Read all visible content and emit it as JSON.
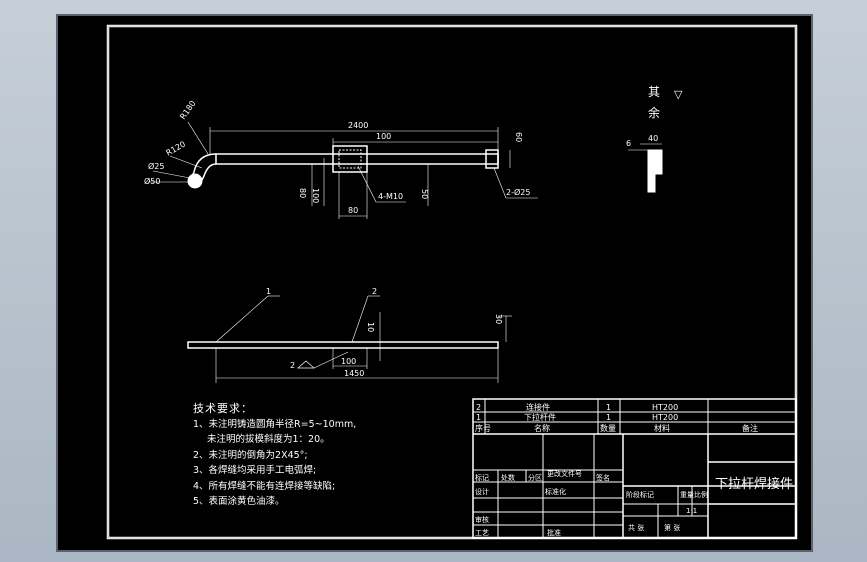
{
  "drawing": {
    "part_title": "下拉杆焊接件",
    "top_view_dims": {
      "length_total": "2400",
      "plate_width": "100",
      "end_height": "60",
      "radius_outer": "R180",
      "radius_inner": "R120",
      "dia_25_left": "Ø25",
      "dia_50": "Ø50",
      "bolt_holes": "4-M10",
      "dim_80_left": "80",
      "dim_100_left": "100",
      "dim_80_bottom": "80",
      "dim_50": "50",
      "tube_dia": "2-Ø25"
    },
    "side_view_dims": {
      "leader_1": "1",
      "leader_2": "2",
      "dim_10": "10",
      "dim_30": "30",
      "dim_100": "100",
      "dim_1450": "1450",
      "weld_symbol": "2"
    },
    "surface_finish": {
      "label_chars": [
        "其",
        "余"
      ],
      "roughness": "▽"
    },
    "detail_dims": {
      "dim_40": "40",
      "dim_6": "6"
    },
    "technical_requirements": {
      "title": "技术要求：",
      "lines": [
        "1、未注明铸造圆角半径R=5~10mm,",
        "   未注明的拔模斜度为1：20。",
        "2、未注明的倒角为2X45°;",
        "3、各焊缝均采用手工电弧焊;",
        "4、所有焊缝不能有连焊接等缺陷;",
        "5、表面涂黄色油漆。"
      ]
    },
    "parts_list": {
      "rows": [
        {
          "no": "2",
          "name": "连接件",
          "qty": "1",
          "material": "HT200",
          "note": ""
        },
        {
          "no": "1",
          "name": "下拉杆件",
          "qty": "1",
          "material": "HT200",
          "note": ""
        }
      ],
      "header": {
        "no": "序号",
        "name": "名称",
        "qty": "数量",
        "material": "材料",
        "note": "备注"
      }
    },
    "title_block": {
      "cells": {
        "mark": "标记",
        "count": "处数",
        "zone": "分区",
        "change_doc": "更改文件号",
        "signature": "签名",
        "design": "设计",
        "standardize": "标准化",
        "review": "审核",
        "craft": "工艺",
        "approve": "批准",
        "stage_mark": "阶段标记",
        "weight": "重量",
        "ratio": "比例",
        "scale_value": "1:1",
        "sheets_total": "共 张",
        "sheet_no": "第 张"
      }
    }
  }
}
